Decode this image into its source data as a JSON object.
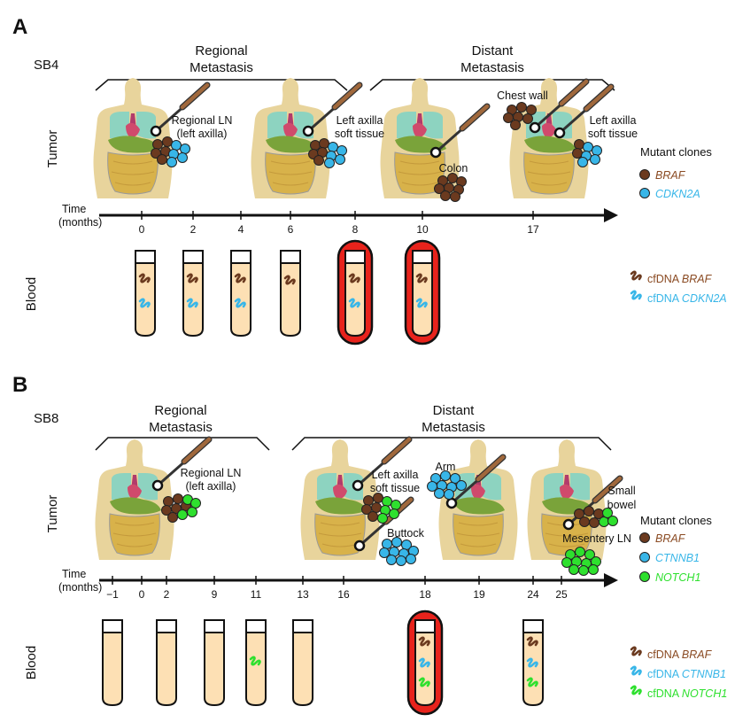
{
  "colors": {
    "braf": "#6b3a1f",
    "braf_text": "#8a4a22",
    "cdkn2a": "#38b6e8",
    "ctnnb1": "#38b6e8",
    "notch1": "#2ee02e",
    "highlight": "#e8231c",
    "tube_fill": "#fde0b4",
    "body_fill": "#e8d49c"
  },
  "panelA": {
    "letter": "A",
    "patient": "SB4",
    "regional_line1": "Regional",
    "regional_line2": "Metastasis",
    "distant_line1": "Distant",
    "distant_line2": "Metastasis",
    "tumor_label": "Tumor",
    "blood_label": "Blood",
    "time_label1": "Time",
    "time_label2": "(months)",
    "ticks": [
      "0",
      "2",
      "4",
      "6",
      "8",
      "10",
      "17"
    ],
    "sites": {
      "s1_line1": "Regional LN",
      "s1_line2": "(left axilla)",
      "s2_line1": "Left axilla",
      "s2_line2": "soft tissue",
      "s3": "Colon",
      "s4": "Chest wall",
      "s5_line1": "Left axilla",
      "s5_line2": "soft tissue"
    },
    "legend_title": "Mutant clones",
    "legend_clones": [
      "BRAF",
      "CDKN2A"
    ],
    "cfdna_prefix": "cfDNA",
    "legend_cfdna": [
      "BRAF",
      "CDKN2A"
    ],
    "highlighted_timepoints": [
      "8",
      "10"
    ]
  },
  "panelB": {
    "letter": "B",
    "patient": "SB8",
    "regional_line1": "Regional",
    "regional_line2": "Metastasis",
    "distant_line1": "Distant",
    "distant_line2": "Metastasis",
    "tumor_label": "Tumor",
    "blood_label": "Blood",
    "time_label1": "Time",
    "time_label2": "(months)",
    "ticks": [
      "−1",
      "0",
      "2",
      "9",
      "11",
      "13",
      "16",
      "18",
      "19",
      "24",
      "25"
    ],
    "sites": {
      "s1_line1": "Regional LN",
      "s1_line2": "(left axilla)",
      "s2_line1": "Left axilla",
      "s2_line2": "soft tissue",
      "s3": "Buttock",
      "s4": "Arm",
      "s5_line1": "Small",
      "s5_line2": "bowel",
      "s6": "Mesentery LN"
    },
    "legend_title": "Mutant clones",
    "legend_clones": [
      "BRAF",
      "CTNNB1",
      "NOTCH1"
    ],
    "cfdna_prefix": "cfDNA",
    "legend_cfdna": [
      "BRAF",
      "CTNNB1",
      "NOTCH1"
    ],
    "highlighted_timepoints": [
      "18"
    ]
  }
}
